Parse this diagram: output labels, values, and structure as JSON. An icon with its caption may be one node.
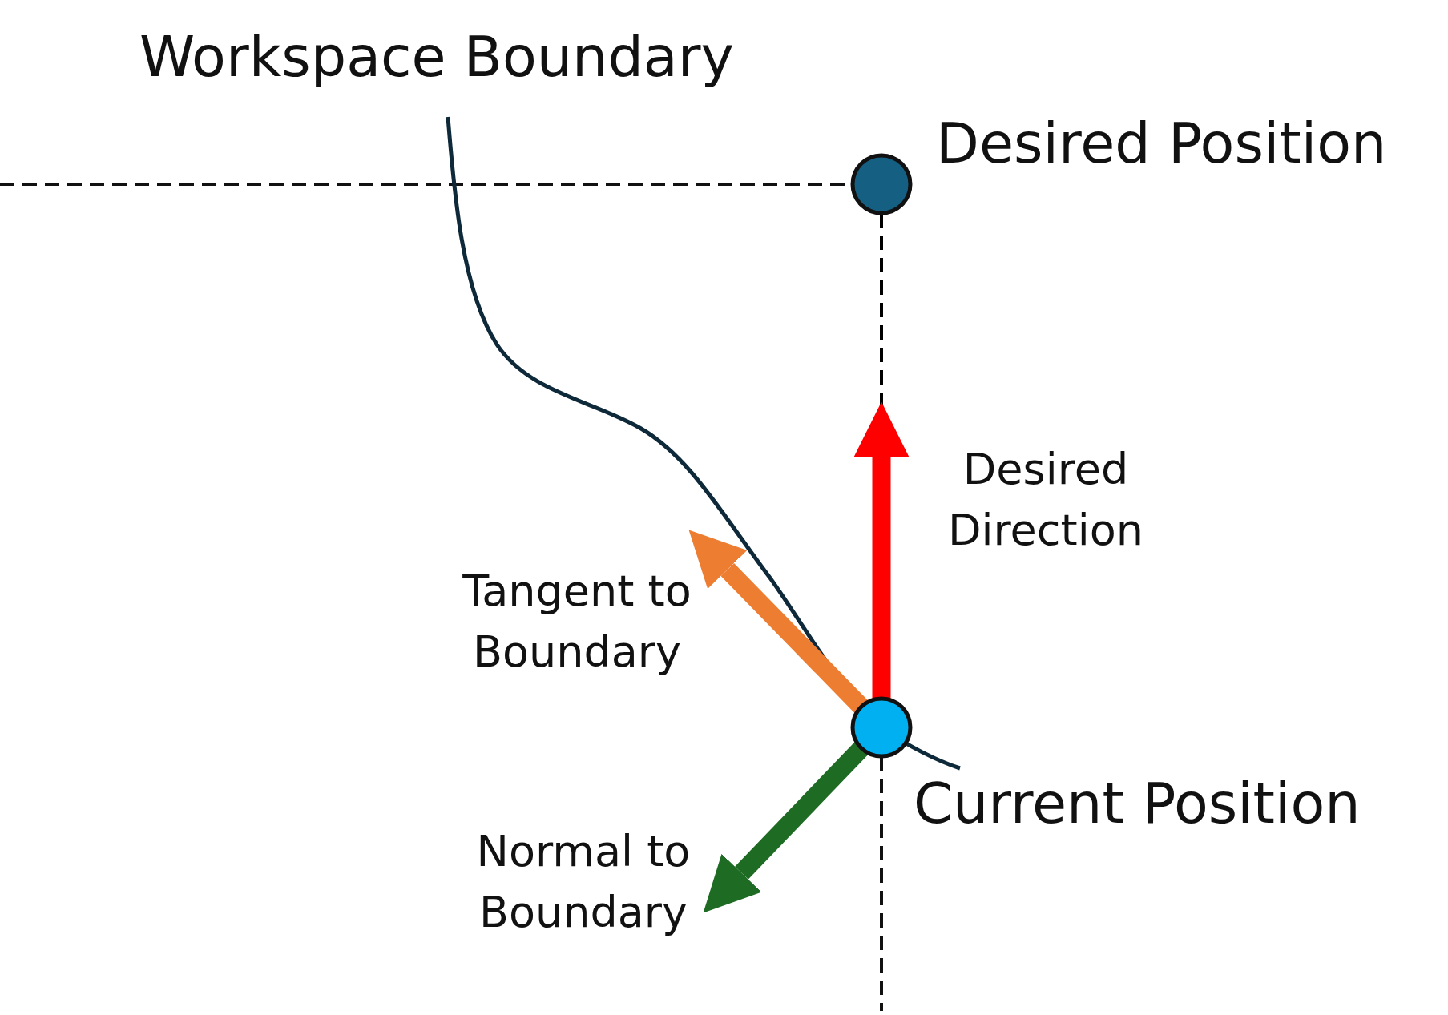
{
  "diagram": {
    "nodes": [
      {
        "text": [],
        "shape": "circle",
        "beside": [
          "Desired Position"
        ]
      },
      {
        "text": [],
        "shape": "circle",
        "beside": [
          "Current Position"
        ]
      }
    ],
    "edges": [
      {
        "from": 0,
        "to": 1,
        "arrow": "none",
        "style": "dashed",
        "color": "#000000"
      },
      {
        "from": 1,
        "to": null,
        "arrow": "to",
        "label": "Desired Direction",
        "color": "#ff0000"
      },
      {
        "from": 1,
        "to": null,
        "arrow": "to",
        "label": "Tangent to Boundary",
        "color": "#ed7d31"
      },
      {
        "from": 1,
        "to": null,
        "arrow": "to",
        "label": "Normal to Boundary",
        "color": "#1e6b23"
      }
    ],
    "labels": [
      "Workspace Boundary"
    ]
  }
}
